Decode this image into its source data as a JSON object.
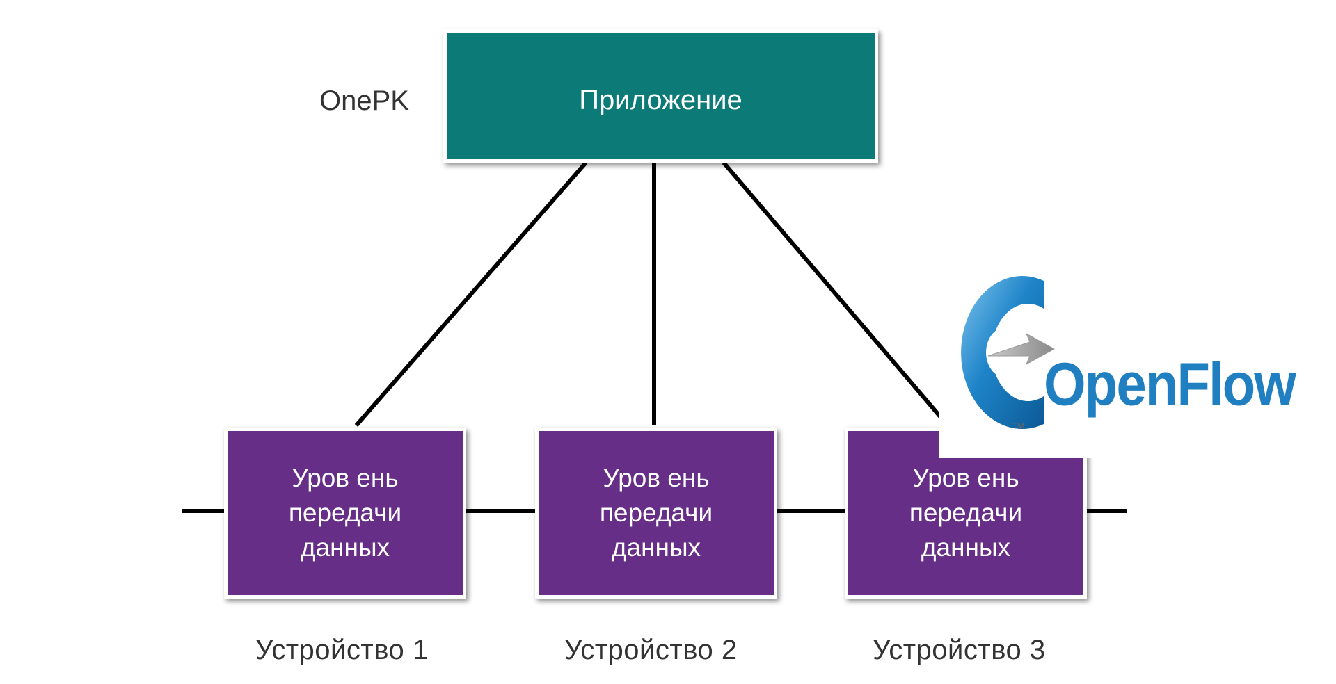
{
  "diagram": {
    "brand": "OnePK",
    "application": "Приложение",
    "data_plane": {
      "line1": "Уров ень",
      "line2": "передачи",
      "line3": "данных"
    },
    "devices": [
      "Устройство 1",
      "Устройство 2",
      "Устройство 3"
    ],
    "logo": {
      "name": "OpenFlow",
      "tm": "TM"
    }
  },
  "colors": {
    "application_box": "#0c7b77",
    "data_plane_box": "#662e86",
    "text": "#333333",
    "logo_blue": "#1f7fc0"
  }
}
